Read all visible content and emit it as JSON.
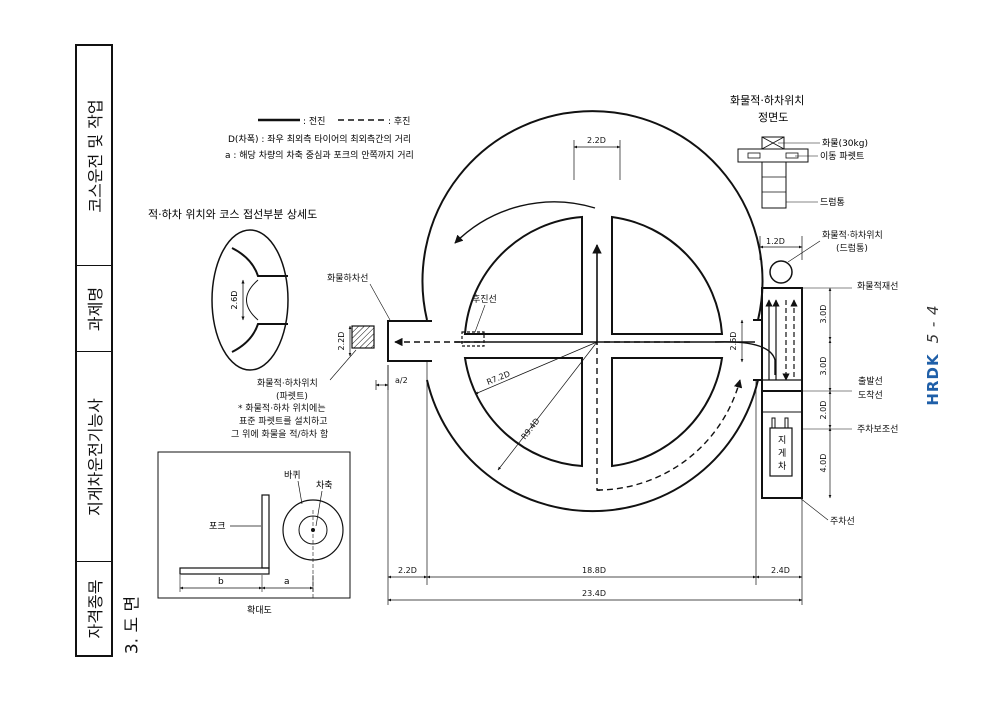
{
  "title_block": {
    "category_label": "자격종목",
    "qualification": "지게차운전기능사",
    "task_label": "과제명",
    "task": "코스운전 및 작업"
  },
  "section_title": "3. 도 면",
  "brand": {
    "logo": "HRDK",
    "page": "5 - 4",
    "color": "#1f5fa8"
  },
  "legend": {
    "forward": ": 전진",
    "reverse": ": 후진",
    "d_def": "D(차폭) : 좌우 최외측 타이어의 최외측간의 거리",
    "a_def": "a : 해당 차량의 차축 중심과 포크의 안쪽까지 거리"
  },
  "detail": {
    "title": "적·하차 위치와 코스 접선부분 상세도",
    "dim": "2.6D"
  },
  "enlarged": {
    "wheel": "바퀴",
    "axle": "차축",
    "fork": "포크",
    "a": "a",
    "b": "b",
    "caption": "확대도"
  },
  "front_view": {
    "title": "화물적·하차위치",
    "subtitle": "정면도",
    "cargo": "화물(30kg)",
    "pallet": "이동 파렛트",
    "drum": "드럼통"
  },
  "course": {
    "unload_line": "화물하차선",
    "reverse_line": "후진선",
    "pallet_pos_1": "화물적·하차위치",
    "pallet_pos_2": "(파렛트)",
    "note_1": "* 화물적·하차 위치에는",
    "note_2": "표준 파렛트를 설치하고",
    "note_3": "그 위에 화물을 적/하차 함",
    "drum_pos_1": "화물적·하차위치",
    "drum_pos_2": "(드럼통)",
    "load_line": "화물적재선",
    "start_finish_1": "출발선",
    "start_finish_2": "도착선",
    "parking_aux": "주차보조선",
    "parking_line": "주차선",
    "forklift": [
      "지",
      "게",
      "차"
    ]
  },
  "dims": {
    "top_2_2D": "2.2D",
    "left_2_2D": "2.2D",
    "a_half": "a/2",
    "r7": "R7.2D",
    "r9": "R9.4D",
    "d2_6": "2.6D",
    "d1_2": "1.2D",
    "d3_0a": "3.0D",
    "d3_0b": "3.0D",
    "d2_0": "2.0D",
    "d4_0": "4.0D",
    "bot_2_2": "2.2D",
    "bot_18_8": "18.8D",
    "bot_2_4": "2.4D",
    "bot_23_4": "23.4D"
  }
}
